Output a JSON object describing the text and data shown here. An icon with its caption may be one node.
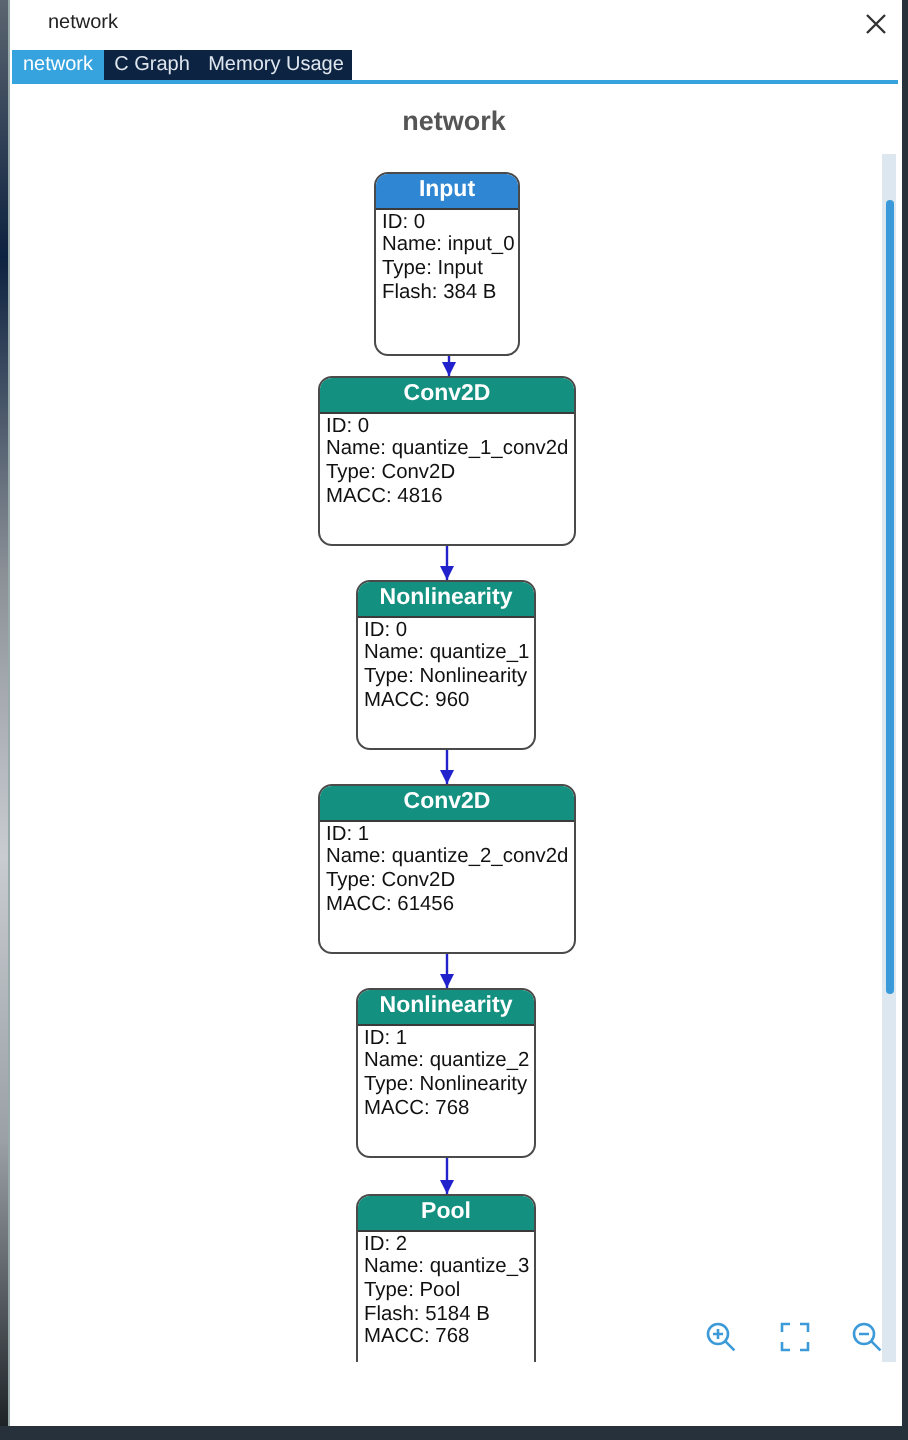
{
  "diagram": {
    "title": "network",
    "nodes": [
      {
        "text": [
          "Input",
          "ID: 0",
          "Name: input_0",
          "Type: Input",
          "Flash: 384 B"
        ]
      },
      {
        "text": [
          "Conv2D",
          "ID: 0",
          "Name: quantize_1_conv2d",
          "Type: Conv2D",
          "MACC: 4816"
        ]
      },
      {
        "text": [
          "Nonlinearity",
          "ID: 0",
          "Name: quantize_1",
          "Type: Nonlinearity",
          "MACC: 960"
        ]
      },
      {
        "text": [
          "Conv2D",
          "ID: 1",
          "Name: quantize_2_conv2d",
          "Type: Conv2D",
          "MACC: 61456"
        ]
      },
      {
        "text": [
          "Nonlinearity",
          "ID: 1",
          "Name: quantize_2",
          "Type: Nonlinearity",
          "MACC: 768"
        ]
      },
      {
        "text": [
          "Pool",
          "ID: 2",
          "Name: quantize_3",
          "Type: Pool",
          "Flash: 5184 B",
          "MACC: 768"
        ]
      }
    ],
    "edges": [
      {
        "from": 0,
        "to": 1,
        "arrow": "to"
      },
      {
        "from": 1,
        "to": 2,
        "arrow": "to"
      },
      {
        "from": 2,
        "to": 3,
        "arrow": "to"
      },
      {
        "from": 3,
        "to": 4,
        "arrow": "to"
      },
      {
        "from": 4,
        "to": 5,
        "arrow": "to"
      }
    ],
    "labels": [
      "network",
      "network",
      "C Graph",
      "Memory Usage"
    ]
  }
}
